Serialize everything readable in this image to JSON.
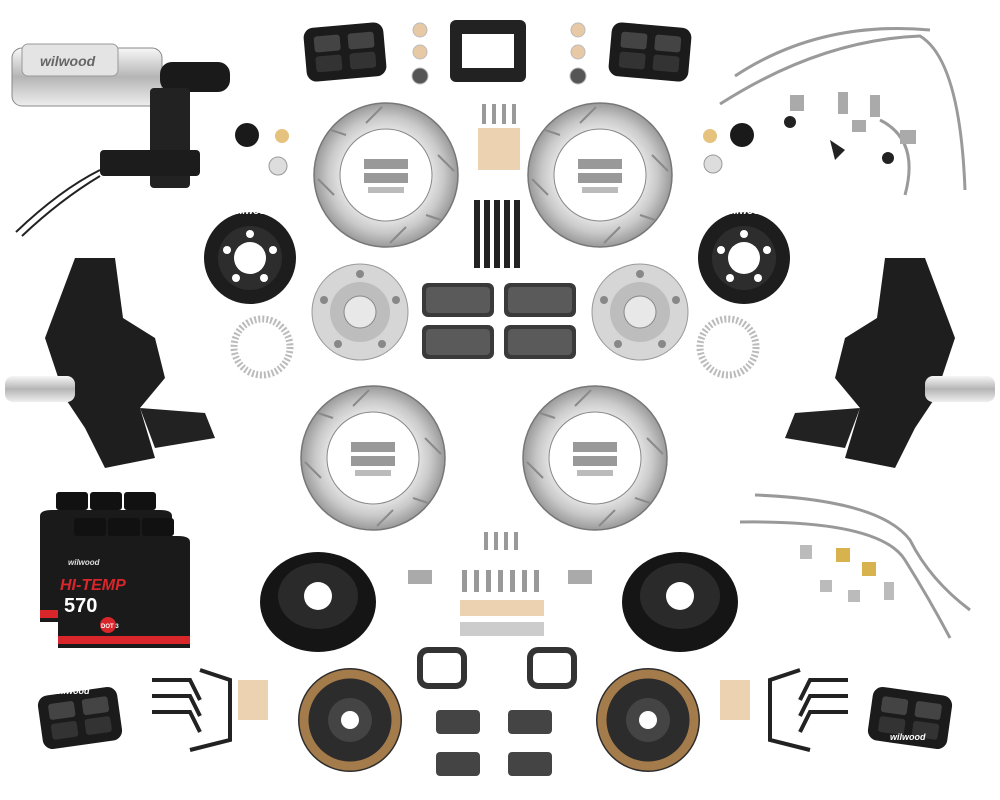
{
  "brand": "wilwood",
  "fluid": {
    "line1": "HI-TEMP",
    "line2": "570",
    "dot": "DOT 3"
  },
  "colors": {
    "black_part": "#1a1a1a",
    "rotor": "#c8c8c8",
    "red": "#d8262b",
    "silver": "#d9d9d9",
    "copper": "#e9c9a9"
  }
}
